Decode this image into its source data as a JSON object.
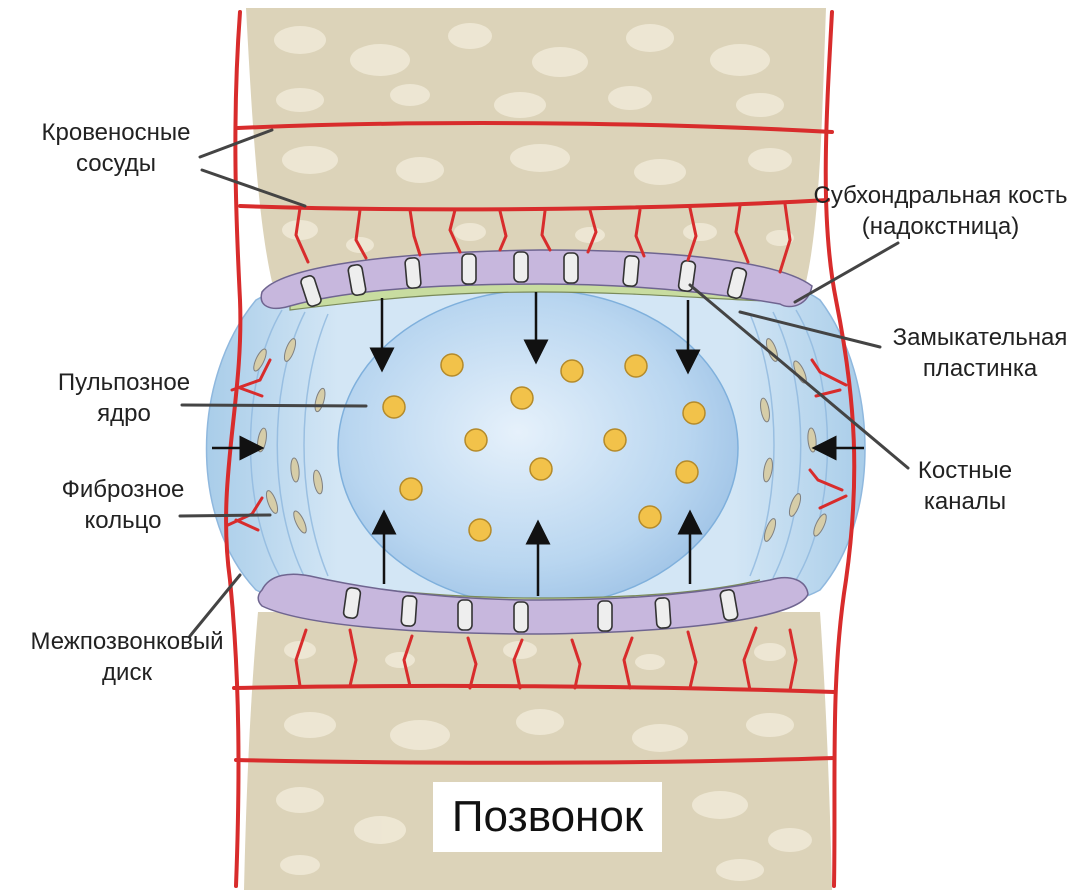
{
  "labels": {
    "blood_vessels": [
      "Кровеносные",
      "сосуды"
    ],
    "subchondral_bone": [
      "Субхондральная кость",
      "(надокстница)"
    ],
    "end_plate": [
      "Замыкательная",
      "пластинка"
    ],
    "nucleus": [
      "Пульпозное",
      "ядро"
    ],
    "bone_canals": [
      "Костные",
      "каналы"
    ],
    "annulus": [
      "Фиброзное",
      "кольцо"
    ],
    "disc": [
      "Межпозвонковый",
      "диск"
    ],
    "vertebra": "Позвонок"
  },
  "colors": {
    "bone": "#dcd3b9",
    "bone_spots": "#f2eedf",
    "vessel": "#d82c2c",
    "plate": "#c7b7dd",
    "cartilage": "#c8dca0",
    "annulus": "#c9e0f2",
    "nucleus": "#a9cbea",
    "droplet": "#f2c24a",
    "leader": "#444444"
  }
}
